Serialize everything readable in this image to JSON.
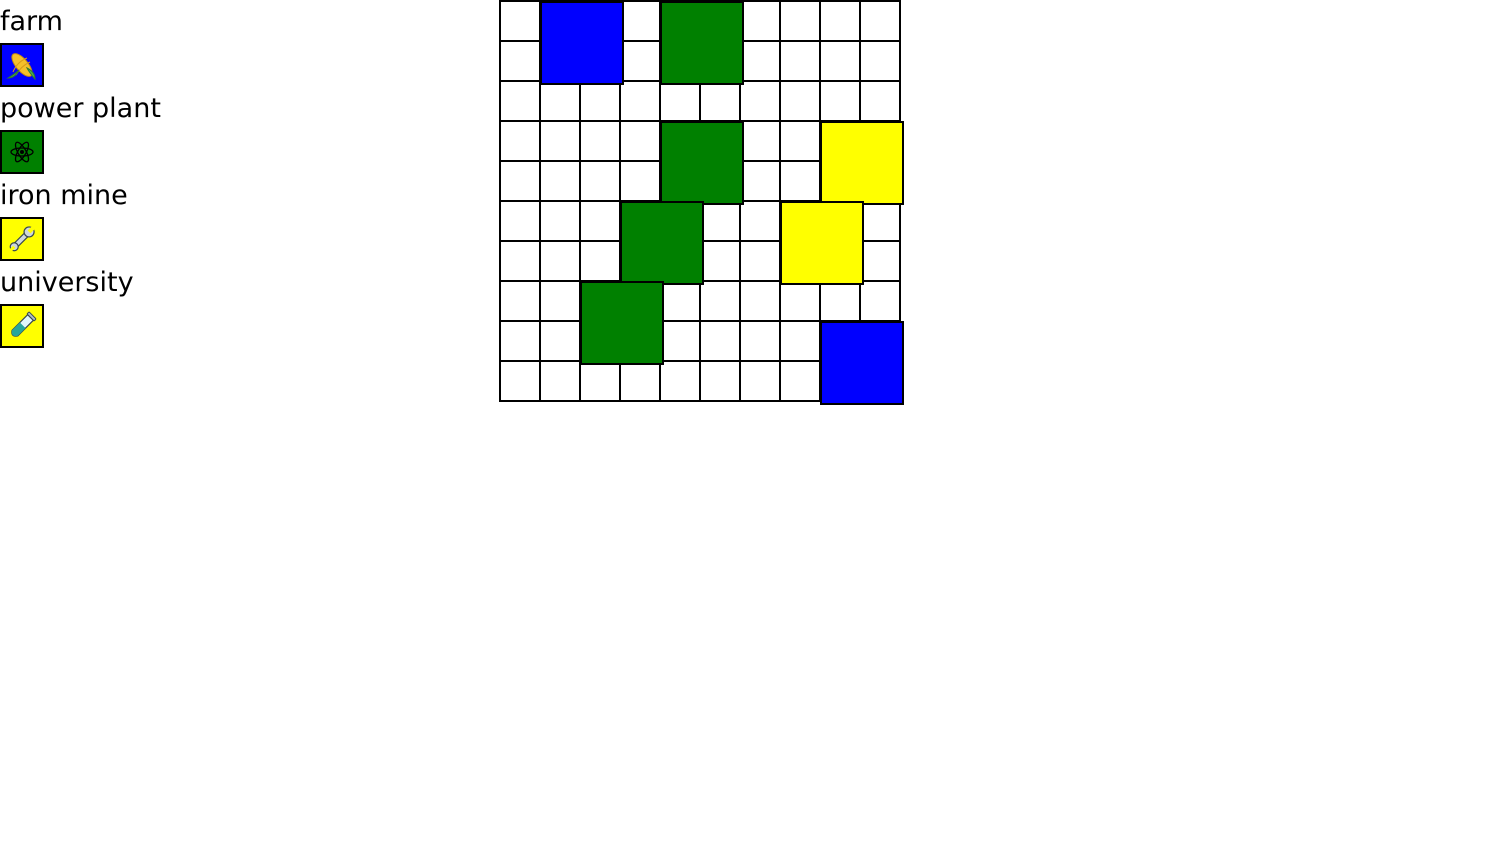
{
  "legend": {
    "items": [
      {
        "key": "farm",
        "label": "farm",
        "color": "#0000ff",
        "icon": "corn-icon"
      },
      {
        "key": "power_plant",
        "label": "power plant",
        "color": "#008000",
        "icon": "atom-icon"
      },
      {
        "key": "iron_mine",
        "label": "iron mine",
        "color": "#ffff00",
        "icon": "wrench-icon"
      },
      {
        "key": "university",
        "label": "university",
        "color": "#ffff00",
        "icon": "test-tube-icon"
      }
    ]
  },
  "board": {
    "rows": 10,
    "cols": 10,
    "cell_color": "#ffffff",
    "buildings": [
      {
        "type": "farm",
        "row": 0,
        "col": 1,
        "color": "#0000ff"
      },
      {
        "type": "power_plant",
        "row": 0,
        "col": 4,
        "color": "#008000"
      },
      {
        "type": "power_plant",
        "row": 3,
        "col": 4,
        "color": "#008000"
      },
      {
        "type": "yellow_building",
        "row": 3,
        "col": 8,
        "color": "#ffff00"
      },
      {
        "type": "power_plant",
        "row": 5,
        "col": 3,
        "color": "#008000"
      },
      {
        "type": "yellow_building",
        "row": 5,
        "col": 7,
        "color": "#ffff00"
      },
      {
        "type": "power_plant",
        "row": 7,
        "col": 2,
        "color": "#008000"
      },
      {
        "type": "farm",
        "row": 8,
        "col": 8,
        "color": "#0000ff"
      }
    ]
  }
}
